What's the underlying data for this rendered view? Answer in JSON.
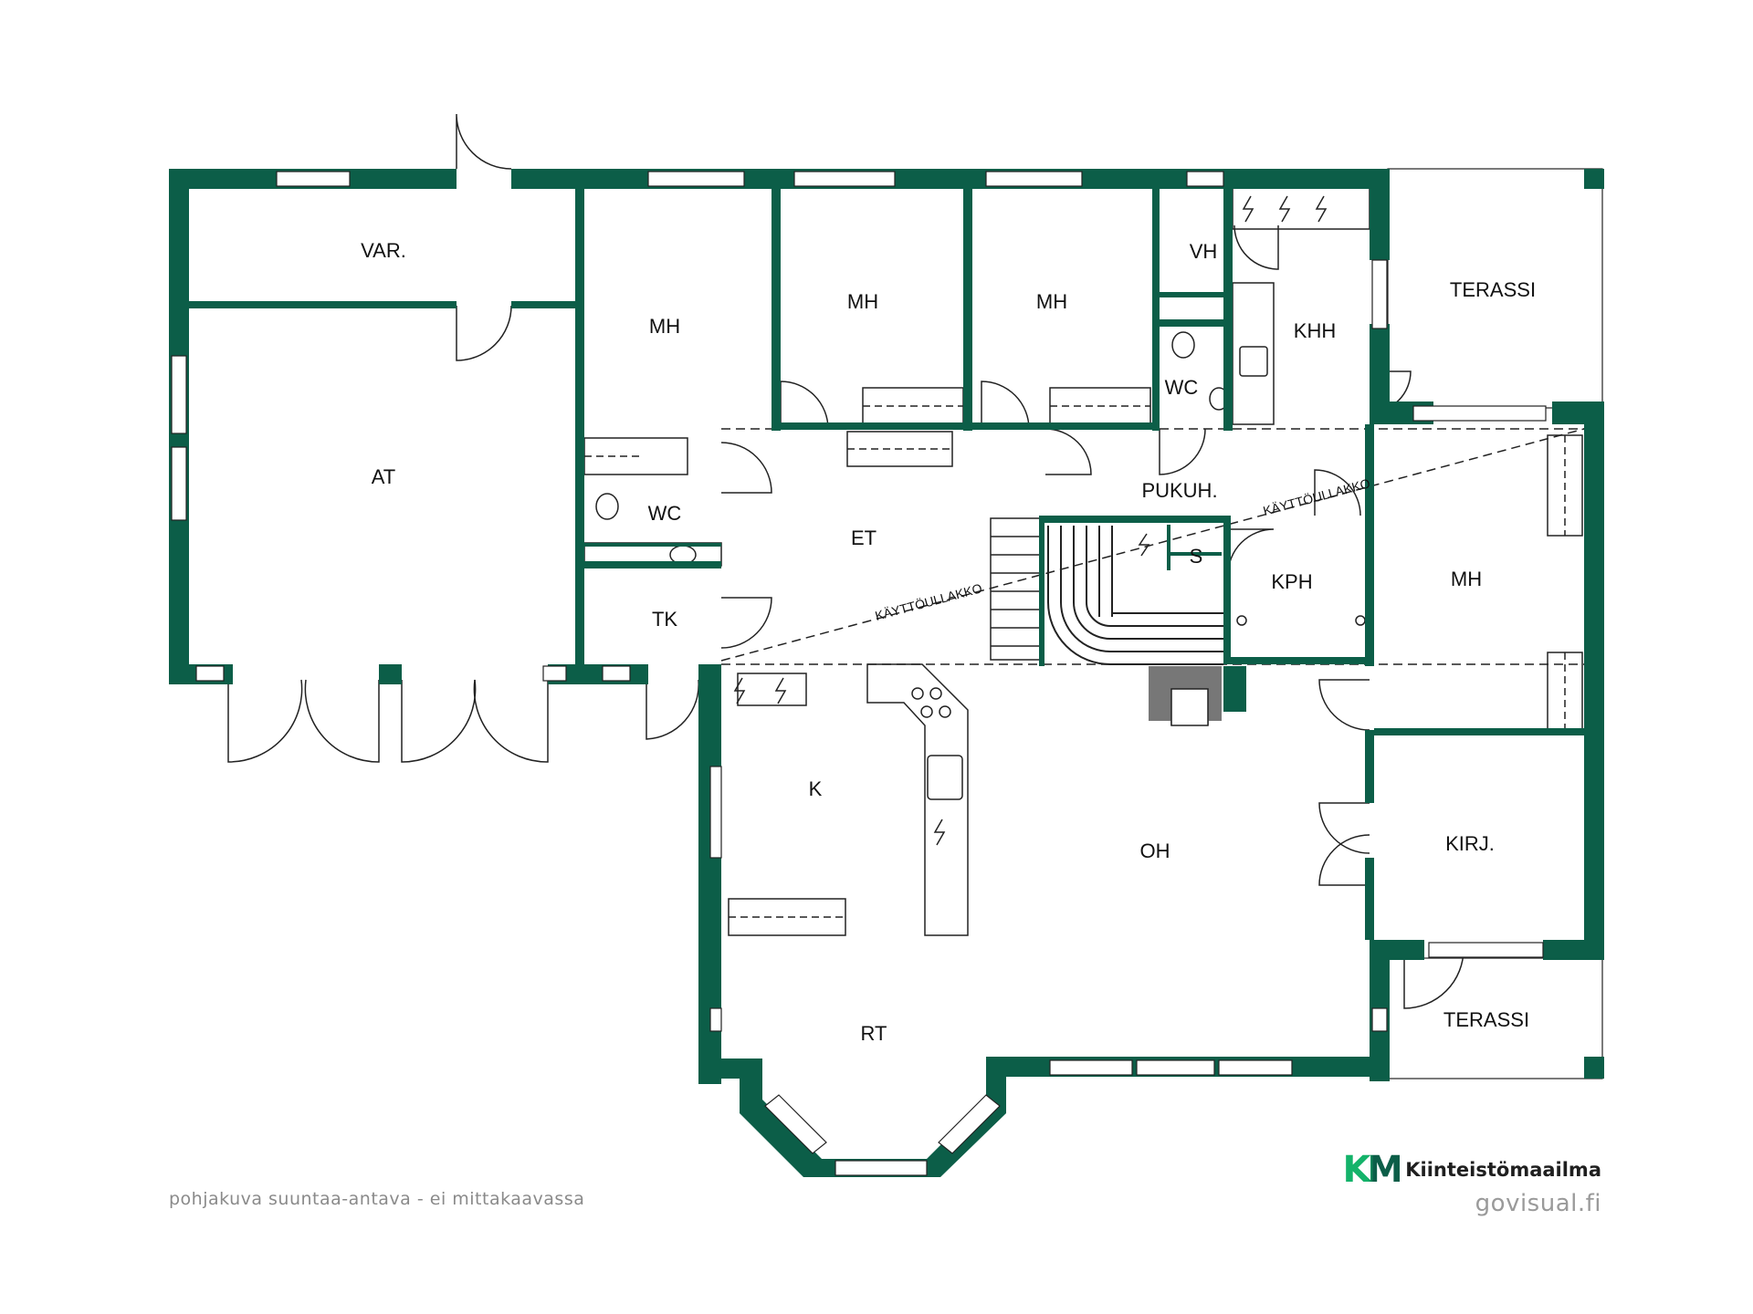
{
  "colors": {
    "wall": "#0c5e48",
    "line": "#222222",
    "brand_green": "#14b36a",
    "brand_dark": "#0c5e48"
  },
  "rooms": {
    "var": "VAR.",
    "at": "AT",
    "mh1": "MH",
    "mh2": "MH",
    "mh3": "MH",
    "vh": "VH",
    "khh": "KHH",
    "terassi_top": "TERASSI",
    "wc1": "WC",
    "wc2": "WC",
    "et": "ET",
    "pukuh": "PUKUH.",
    "s": "S",
    "kph": "KPH",
    "mh4": "MH",
    "tk": "TK",
    "k": "K",
    "oh": "OH",
    "kirj": "KIRJ.",
    "terassi_bottom": "TERASSI",
    "rt": "RT"
  },
  "loft_labels": {
    "left": "KÄYTTÖULLAKKO",
    "right": "KÄYTTÖULLAKKO"
  },
  "caption": "pohjakuva suuntaa-antava - ei mittakaavassa",
  "brand": {
    "logo": "KM",
    "name": "Kiinteistömaailma",
    "url": "govisual.fi"
  }
}
